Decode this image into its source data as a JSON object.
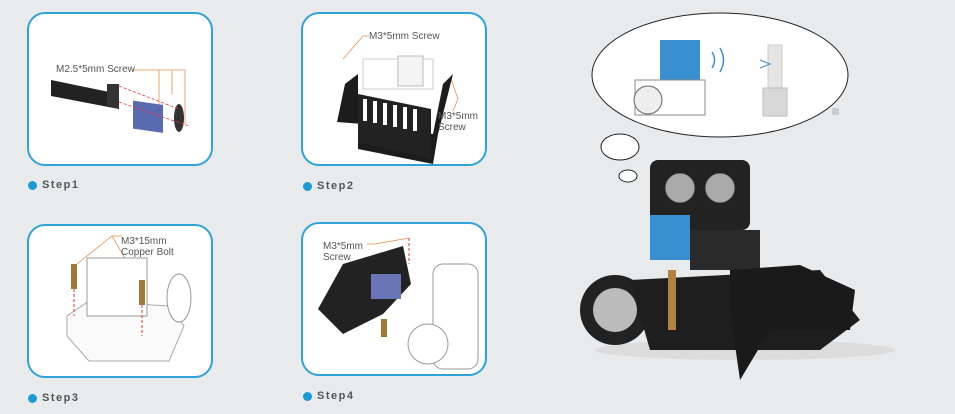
{
  "steps": [
    {
      "label": "Step1",
      "callouts": [
        "M2.5*5mm Screw"
      ]
    },
    {
      "label": "Step2",
      "callouts": [
        "M3*5mm Screw",
        "M3*5mm Screw"
      ]
    },
    {
      "label": "Step3",
      "callouts": [
        "M3*15mm Copper Bolt"
      ]
    },
    {
      "label": "Step4",
      "callouts": [
        "M3*5mm Screw"
      ]
    }
  ],
  "colors": {
    "accent": "#2ea3d8",
    "callout_line": "#e8914a",
    "background": "#e9eaec"
  }
}
